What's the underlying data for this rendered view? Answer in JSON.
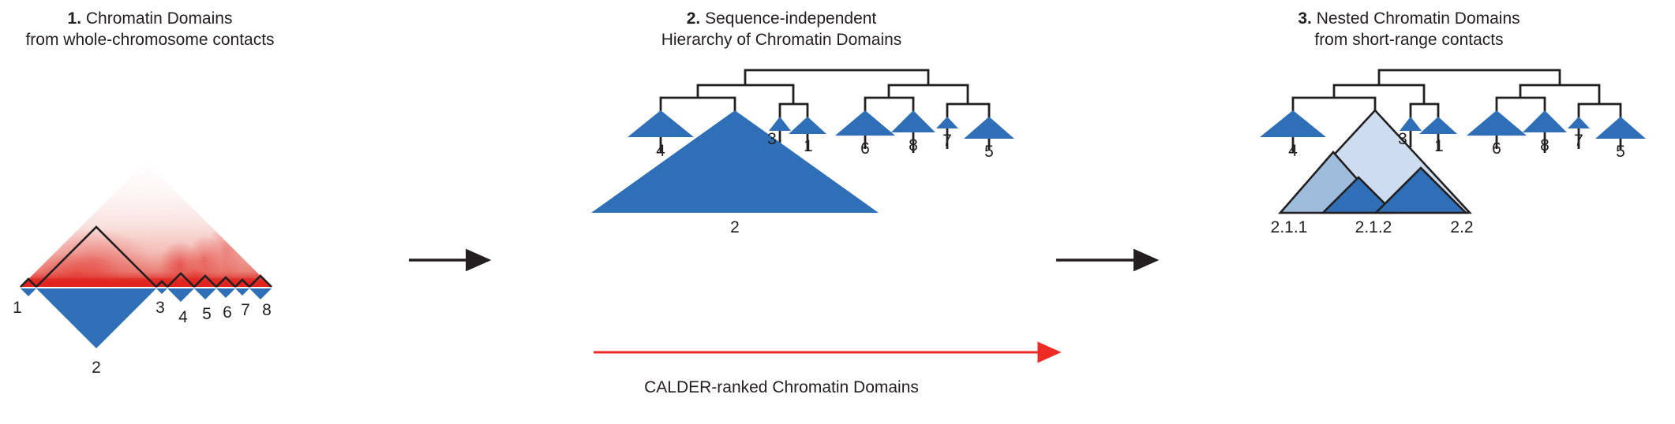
{
  "figure": {
    "background_color": "#ffffff",
    "accent_blue": "#2e6fb7",
    "mid_blue": "#9ebddc",
    "light_blue": "#cddcee",
    "heatmap_red": "#e2241f",
    "line_color": "#231f20",
    "arrow_red": "#ee2a24"
  },
  "panels": [
    {
      "id": "panel-1",
      "number": "1.",
      "title_line1": "Chromatin Domains",
      "title_line2": "from whole-chromosome contacts",
      "domain_labels": [
        "1",
        "3",
        "4",
        "5",
        "6",
        "7",
        "8",
        "2"
      ]
    },
    {
      "id": "panel-2",
      "number": "2.",
      "title_line1": "Sequence-independent",
      "title_line2": "Hierarchy of Chromatin Domains",
      "leaf_labels": [
        "4",
        "2",
        "3",
        "1",
        "6",
        "8",
        "7",
        "5"
      ]
    },
    {
      "id": "panel-3",
      "number": "3.",
      "title_line1": "Nested Chromatin Domains",
      "title_line2": "from short-range contacts",
      "leaf_labels": [
        "4",
        "2.1.1",
        "2.1.2",
        "2.2",
        "3",
        "1",
        "6",
        "8",
        "7",
        "5"
      ]
    }
  ],
  "arrows": {
    "flow_arrow_1": "arrow-right-icon",
    "flow_arrow_2": "arrow-right-icon",
    "calder_arrow": "arrow-right-red-icon"
  },
  "calder": {
    "caption": "CALDER-ranked Chromatin Domains"
  },
  "chart_data": {
    "type": "diagram",
    "title": "CALDER chromatin domain hierarchy pipeline",
    "panel1": {
      "description": "Hi-C contact heatmap (upper triangle, red) with called chromatin domains drawn as outlined triangles above the diagonal and filled blue triangles below the diagonal",
      "domains": [
        {
          "label": "1",
          "start": 26,
          "end": 46,
          "size": "small"
        },
        {
          "label": "2",
          "start": 46,
          "end": 198,
          "size": "large"
        },
        {
          "label": "3",
          "start": 198,
          "end": 212,
          "size": "small"
        },
        {
          "label": "4",
          "start": 212,
          "end": 246,
          "size": "medium"
        },
        {
          "label": "5",
          "start": 246,
          "end": 274,
          "size": "medium"
        },
        {
          "label": "6",
          "start": 274,
          "end": 298,
          "size": "small"
        },
        {
          "label": "7",
          "start": 298,
          "end": 316,
          "size": "small"
        },
        {
          "label": "8",
          "start": 316,
          "end": 344,
          "size": "medium"
        }
      ]
    },
    "panel2": {
      "description": "Dendrogram of the sequence-independent hierarchy; leaves are triangles whose width encodes domain size",
      "leaves": [
        {
          "label": "4",
          "width": "medium"
        },
        {
          "label": "2",
          "width": "very-large"
        },
        {
          "label": "3",
          "width": "tiny"
        },
        {
          "label": "1",
          "width": "small"
        },
        {
          "label": "6",
          "width": "medium"
        },
        {
          "label": "8",
          "width": "small"
        },
        {
          "label": "7",
          "width": "tiny"
        },
        {
          "label": "5",
          "width": "medium"
        }
      ],
      "merges": [
        {
          "children": [
            "4",
            "2"
          ]
        },
        {
          "children": [
            "3",
            "1"
          ]
        },
        {
          "children": [
            "6",
            "8"
          ]
        },
        {
          "children": [
            "7",
            "5"
          ]
        },
        {
          "children": [
            "[4,2]",
            "[3,1]"
          ]
        },
        {
          "children": [
            "[6,8]",
            "[7,5]"
          ]
        },
        {
          "children": [
            "[[4,2],[3,1]]",
            "[[6,8],[7,5]]"
          ]
        }
      ]
    },
    "panel3": {
      "description": "Same dendrogram but the large domain 2 is resolved into nested sub-domains from short-range contacts",
      "leaves": [
        {
          "label": "4",
          "width": "medium"
        },
        {
          "label": "2.1.1",
          "width": "small",
          "shade": "dark"
        },
        {
          "label": "2.1.2",
          "width": "large",
          "shade": "dark"
        },
        {
          "label": "2.2",
          "width": "medium",
          "shade": "dark"
        }
      ],
      "nested_layers": [
        "2 (light)",
        "2.1 (mid)",
        "2.1.2 (dark)"
      ],
      "other_leaves": [
        "3",
        "1",
        "6",
        "8",
        "7",
        "5"
      ]
    }
  }
}
